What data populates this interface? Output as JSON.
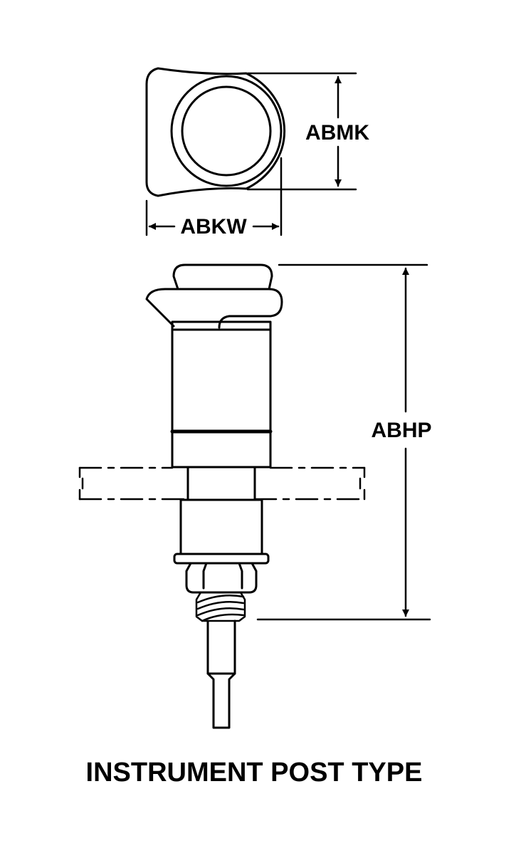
{
  "diagram": {
    "dimensions": {
      "height_top": "ABMK",
      "width_top": "ABKW",
      "overall_height": "ABHP"
    },
    "caption": "INSTRUMENT POST TYPE"
  }
}
